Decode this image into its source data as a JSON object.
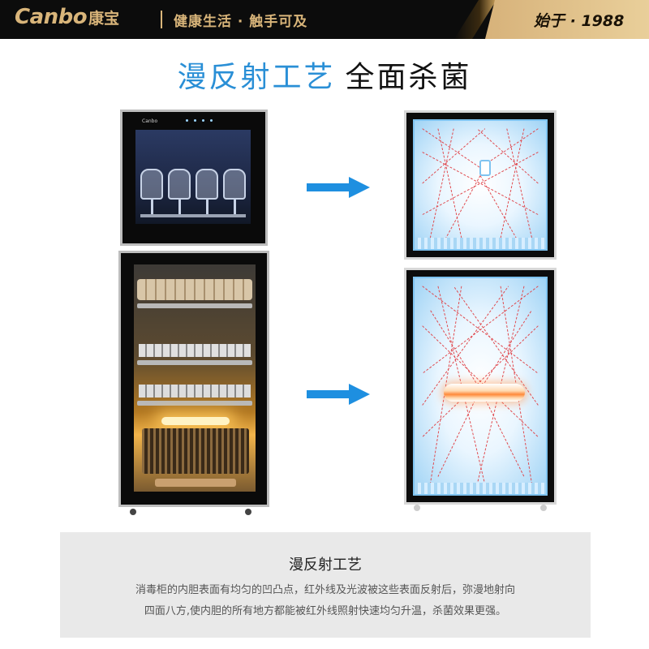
{
  "header": {
    "logo_en": "Canbo",
    "logo_cn": "康宝",
    "slogan": "健康生活 · 触手可及",
    "since": "始于 · 1988"
  },
  "title": {
    "part1": "漫反射工艺",
    "part2": "全面杀菌"
  },
  "cabinet": {
    "brand": "Canbo"
  },
  "caption": {
    "title": "漫反射工艺",
    "line1": "消毒柜的内胆表面有均匀的凹凸点，红外线及光波被这些表面反射后，弥漫地射向",
    "line2": "四面八方,使内胆的所有地方都能被红外线照射快速均匀升温，杀菌效果更强。"
  },
  "colors": {
    "accent_blue": "#2a8fd6",
    "header_gold": "#d9b57a",
    "arrow_blue": "#1e8fe0"
  }
}
